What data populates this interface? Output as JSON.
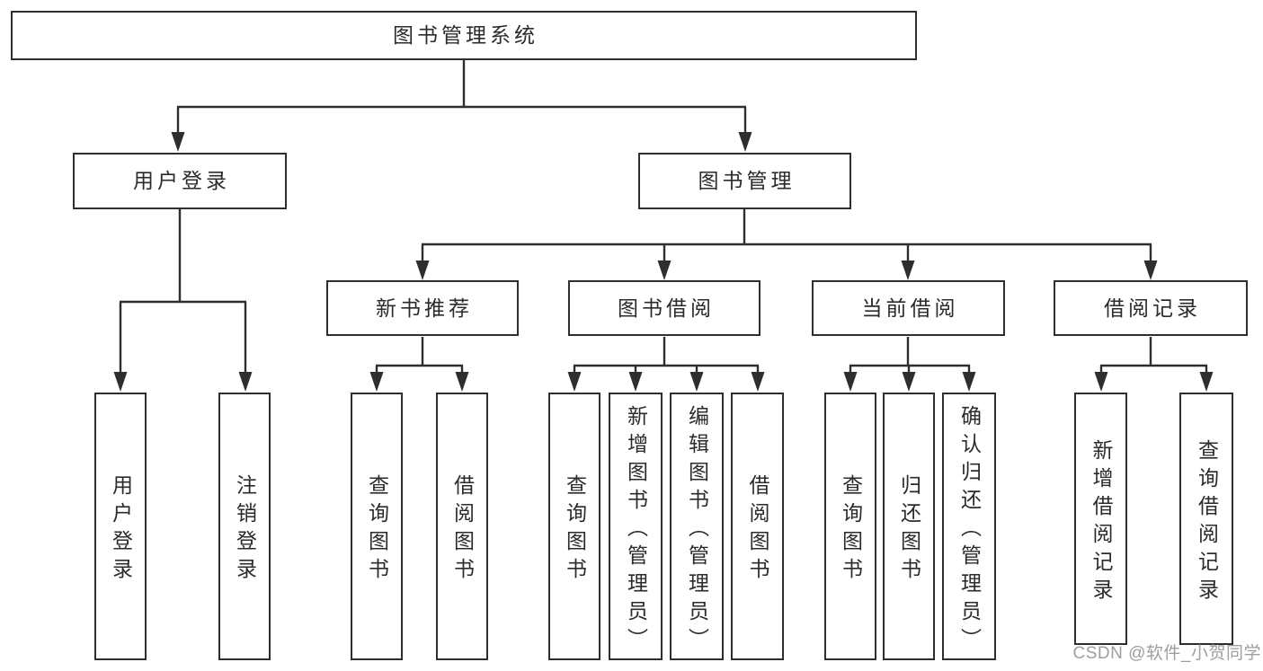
{
  "diagram": {
    "colors": {
      "background": "#ffffff",
      "line": "#2e2e2e",
      "text": "#2b2b2b",
      "watermark": "#9e9e9e"
    },
    "root": {
      "label": "图书管理系统",
      "children": [
        {
          "label": "用户登录",
          "children": [
            {
              "label": "用户登录"
            },
            {
              "label": "注销登录"
            }
          ]
        },
        {
          "label": "图书管理",
          "children": [
            {
              "label": "新书推荐",
              "children": [
                {
                  "label": "查询图书"
                },
                {
                  "label": "借阅图书"
                }
              ]
            },
            {
              "label": "图书借阅",
              "children": [
                {
                  "label": "查询图书"
                },
                {
                  "label": "新增图书（管理员）"
                },
                {
                  "label": "编辑图书（管理员）"
                },
                {
                  "label": "借阅图书"
                }
              ]
            },
            {
              "label": "当前借阅",
              "children": [
                {
                  "label": "查询图书"
                },
                {
                  "label": "归还图书"
                },
                {
                  "label": "确认归还（管理员）"
                }
              ]
            },
            {
              "label": "借阅记录",
              "children": [
                {
                  "label": "新增借阅记录"
                },
                {
                  "label": "查询借阅记录"
                }
              ]
            }
          ]
        }
      ]
    }
  },
  "watermark": {
    "text": "CSDN @软件_小贺同学"
  }
}
